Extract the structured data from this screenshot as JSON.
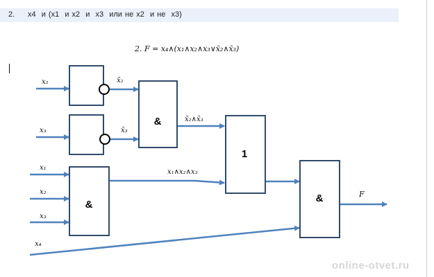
{
  "header": {
    "number": "2.",
    "text": "x4  и (x1  и x2  и  x3  или не x2  и не  x3)"
  },
  "formula": {
    "prefix": "2. F = x",
    "text": "2. F = x₄∧(x₁∧x₂∧x₃∨x̄₂∧x̄₃)"
  },
  "inputs": {
    "x2_top": "x₂",
    "x3_top": "x₃",
    "x1": "x₁",
    "x2": "x₂",
    "x3": "x₃",
    "x4": "x₄"
  },
  "signals": {
    "not_x2": "x̄₂",
    "not_x3": "x̄₃",
    "nx2_and_nx3": "x̄₂∧x̄₃",
    "x1_and_x2_and_x3": "x₁∧x₂∧x₃",
    "output": "F"
  },
  "gates": {
    "and_upper": "&",
    "and_lower": "&",
    "or_gate": "1",
    "and_final": "&"
  },
  "colors": {
    "wire": "#4f81bd",
    "gate_border": "#2f4a6b",
    "header_bg": "#eaf1fb"
  },
  "watermark": "online-otvet.ru"
}
